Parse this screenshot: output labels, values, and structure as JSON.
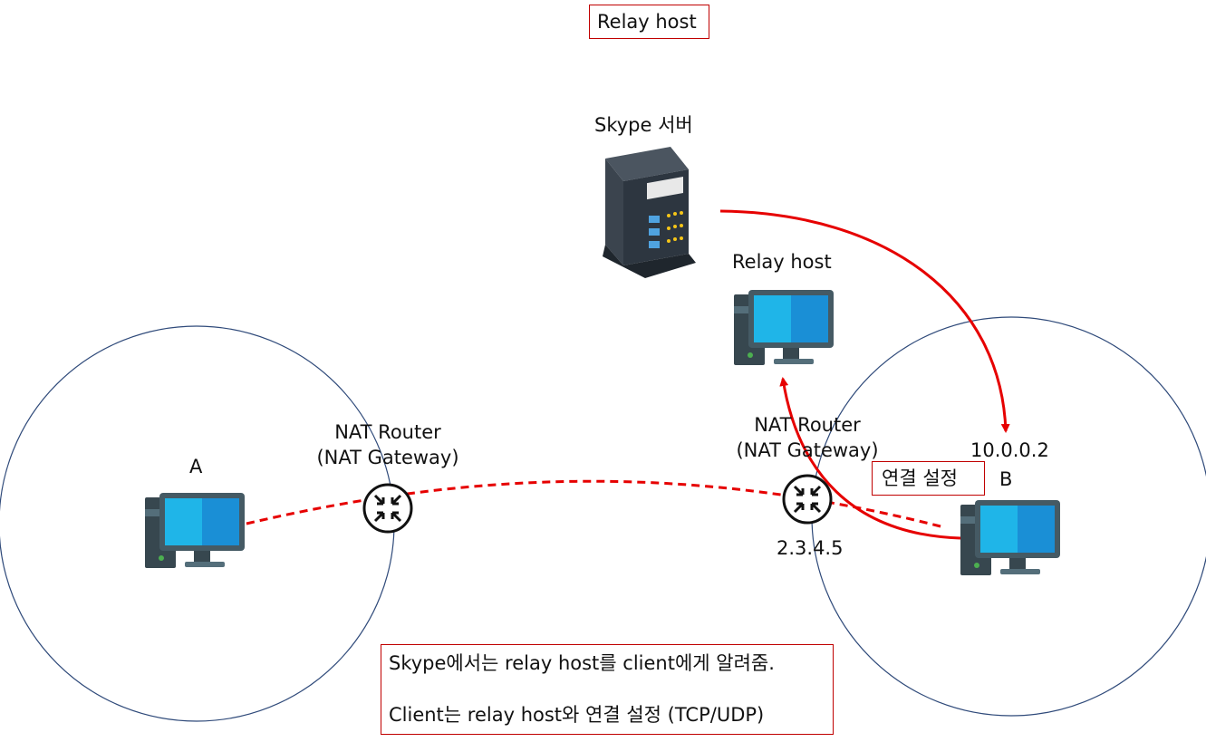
{
  "title": "Relay host",
  "server": {
    "label": "Skype 서버",
    "icon": "server-rack-icon"
  },
  "relay": {
    "label": "Relay host",
    "icon": "desktop-computer-icon"
  },
  "client_a": {
    "label": "A",
    "icon": "desktop-computer-icon"
  },
  "client_b": {
    "label": "B",
    "ip": "10.0.0.2",
    "icon": "desktop-computer-icon"
  },
  "router_a": {
    "line1": "NAT Router",
    "line2": "(NAT Gateway)",
    "icon": "router-icon"
  },
  "router_b": {
    "line1": "NAT Router",
    "line2": "(NAT Gateway)",
    "ip": "2.3.4.5",
    "icon": "router-icon"
  },
  "connection_label": "연결 설정",
  "notes": [
    "Skype에서는 relay host를 client에게 알려줌.",
    "Client는 relay host와 연결 설정 (TCP/UDP)"
  ],
  "colors": {
    "arrow": "#e60000",
    "box_border": "#c00000",
    "network_circle": "#2f4a7a",
    "monitor_screen": "#1fb5e8",
    "monitor_screen_dark": "#1a8fd6",
    "monitor_body": "#455a64"
  }
}
